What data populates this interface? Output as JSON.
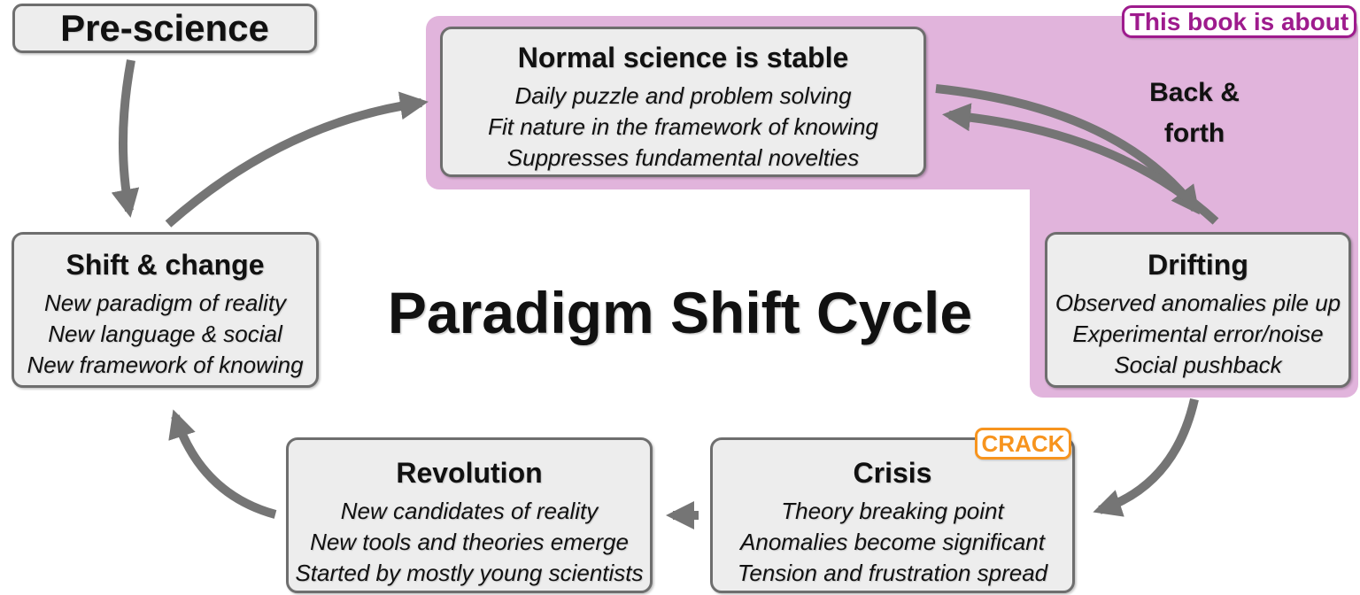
{
  "title": "Paradigm Shift Cycle",
  "colors": {
    "highlight": "#e1b4dc",
    "accent_magenta": "#9e1b8d",
    "accent_orange": "#f7941e",
    "box_fill": "#ededed",
    "box_border": "#6e6e6e",
    "arrow": "#757575",
    "text": "#111111"
  },
  "badges": {
    "book": "This book is about",
    "crack": "CRACK"
  },
  "annotations": {
    "back_forth_line1": "Back &",
    "back_forth_line2": "forth"
  },
  "nodes": {
    "pre_science": {
      "title": "Pre-science"
    },
    "normal_science": {
      "title": "Normal science is stable",
      "lines": [
        "Daily puzzle and problem solving",
        "Fit nature in the framework of knowing",
        "Suppresses fundamental novelties"
      ]
    },
    "drifting": {
      "title": "Drifting",
      "lines": [
        "Observed anomalies pile up",
        "Experimental error/noise",
        "Social pushback"
      ]
    },
    "crisis": {
      "title": "Crisis",
      "lines": [
        "Theory breaking point",
        "Anomalies become significant",
        "Tension and frustration spread"
      ]
    },
    "revolution": {
      "title": "Revolution",
      "lines": [
        "New candidates of reality",
        "New tools and theories emerge",
        "Started by mostly young scientists"
      ]
    },
    "shift_change": {
      "title": "Shift & change",
      "lines": [
        "New paradigm of reality",
        "New language & social",
        "New framework of knowing"
      ]
    }
  }
}
